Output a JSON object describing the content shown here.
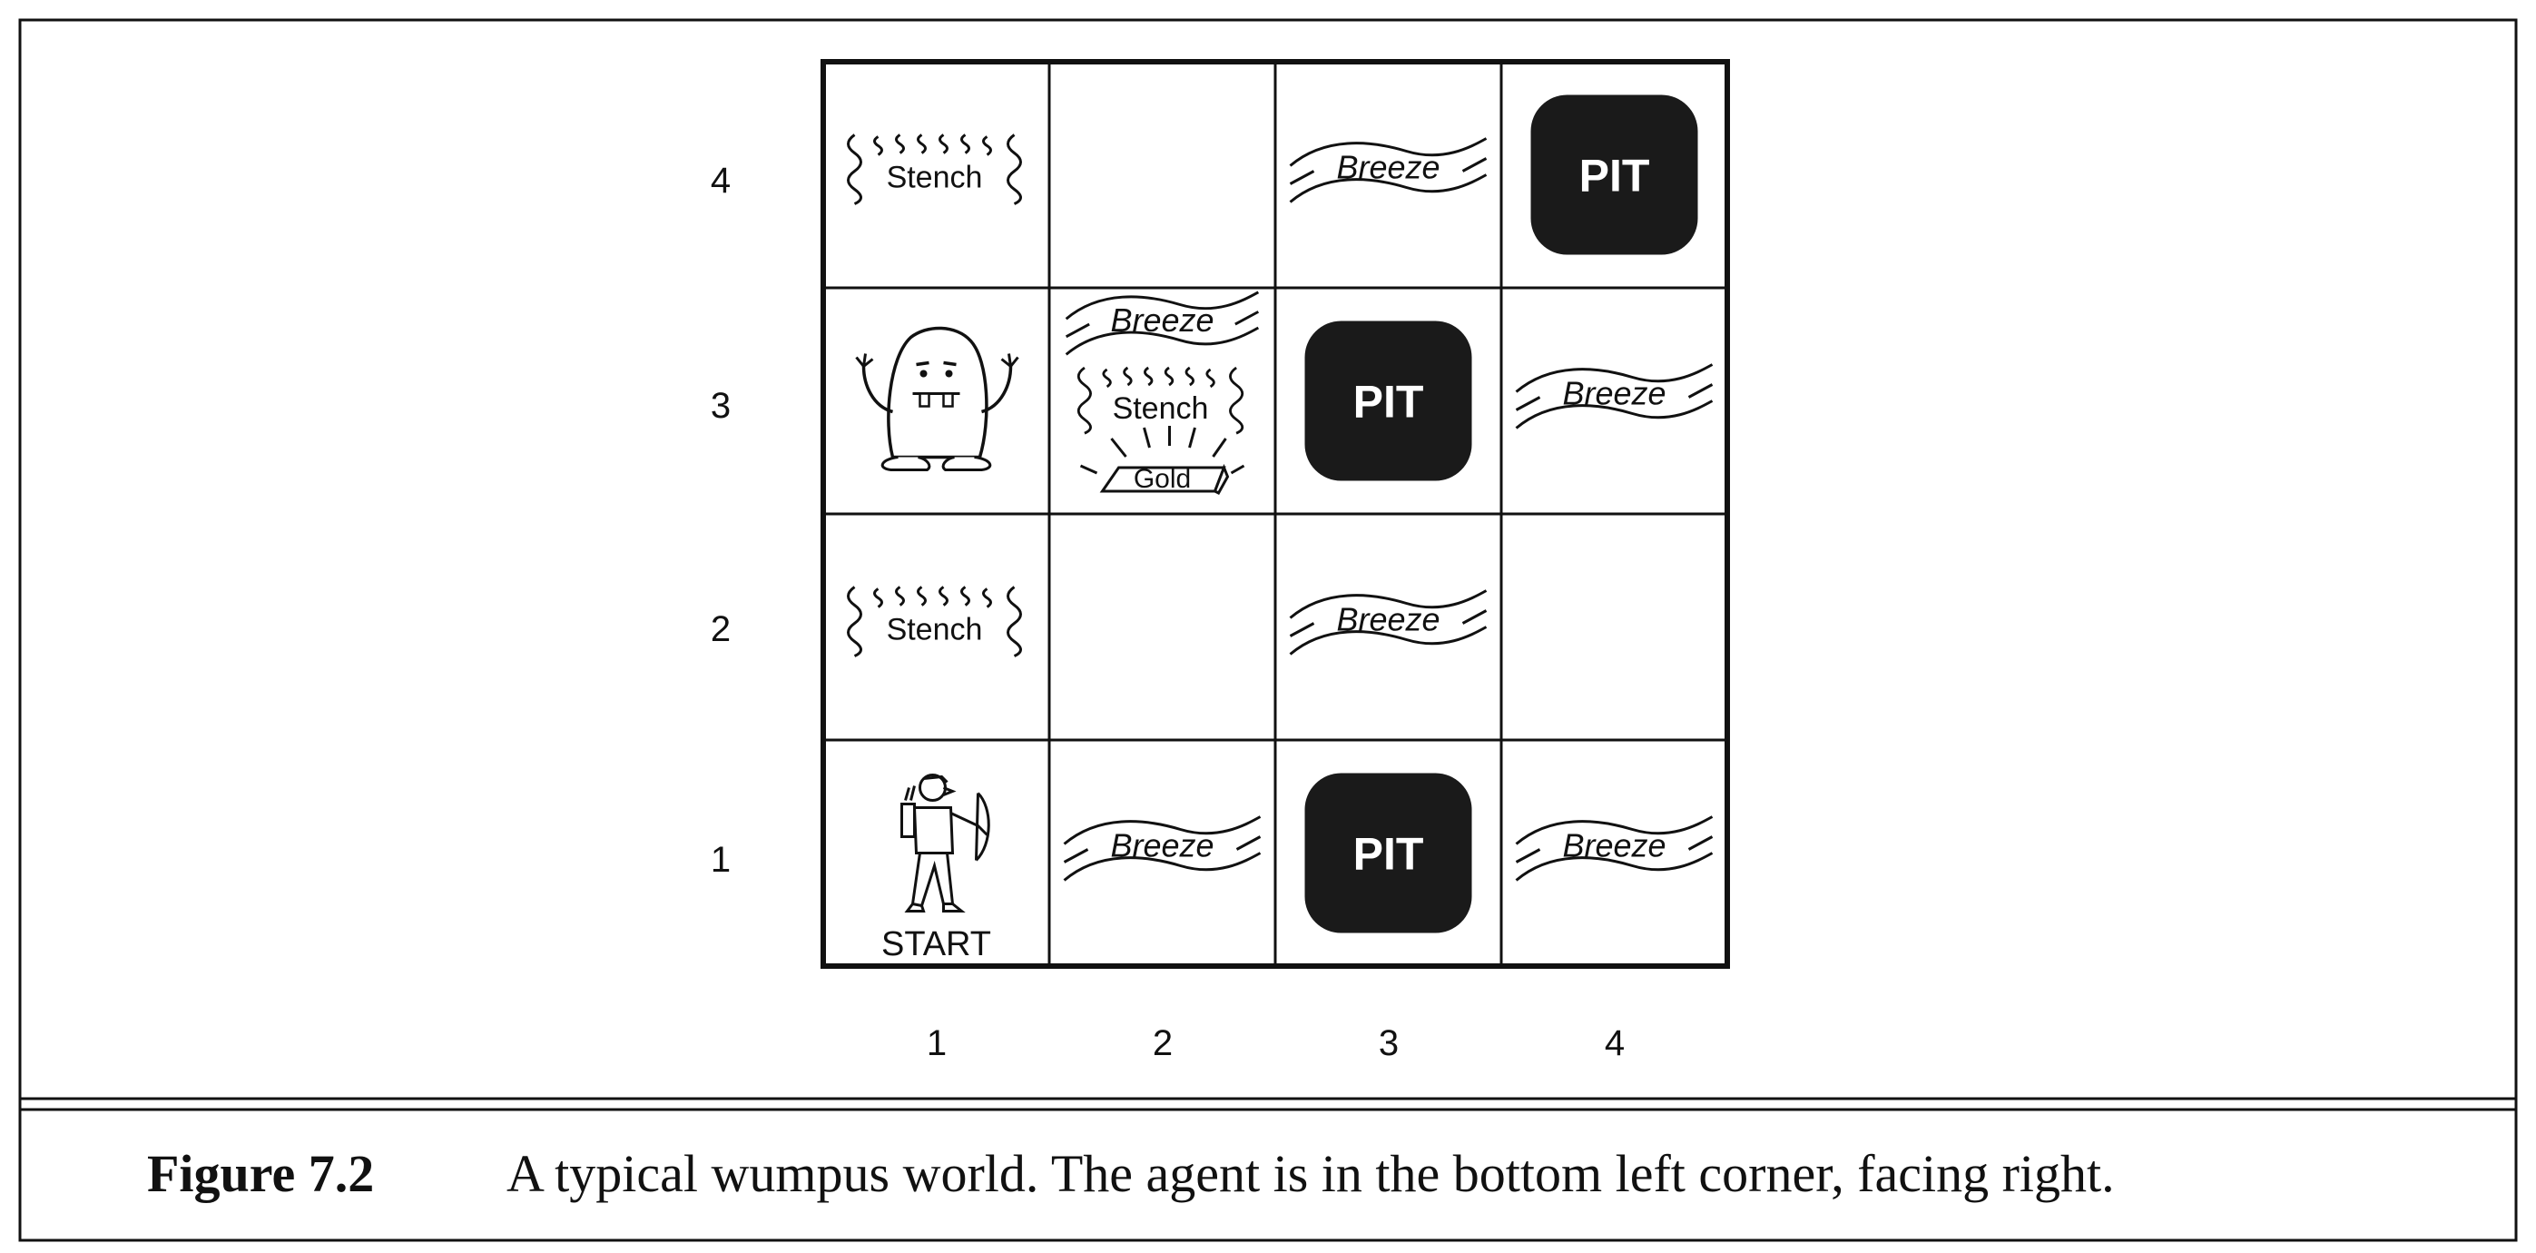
{
  "row_labels": [
    "4",
    "3",
    "2",
    "1"
  ],
  "col_labels": [
    "1",
    "2",
    "3",
    "4"
  ],
  "cell_text": {
    "stench": "Stench",
    "breeze": "Breeze",
    "pit": "PIT",
    "gold": "Gold",
    "start": "START"
  },
  "grid": {
    "rows": 4,
    "cols": 4,
    "cells": [
      {
        "col": 1,
        "row": 4,
        "contents": [
          "stench"
        ]
      },
      {
        "col": 2,
        "row": 4,
        "contents": []
      },
      {
        "col": 3,
        "row": 4,
        "contents": [
          "breeze"
        ]
      },
      {
        "col": 4,
        "row": 4,
        "contents": [
          "pit"
        ]
      },
      {
        "col": 1,
        "row": 3,
        "contents": [
          "wumpus"
        ]
      },
      {
        "col": 2,
        "row": 3,
        "contents": [
          "breeze",
          "stench",
          "gold"
        ]
      },
      {
        "col": 3,
        "row": 3,
        "contents": [
          "pit"
        ]
      },
      {
        "col": 4,
        "row": 3,
        "contents": [
          "breeze"
        ]
      },
      {
        "col": 1,
        "row": 2,
        "contents": [
          "stench"
        ]
      },
      {
        "col": 2,
        "row": 2,
        "contents": []
      },
      {
        "col": 3,
        "row": 2,
        "contents": [
          "breeze"
        ]
      },
      {
        "col": 4,
        "row": 2,
        "contents": []
      },
      {
        "col": 1,
        "row": 1,
        "contents": [
          "agent",
          "start"
        ]
      },
      {
        "col": 2,
        "row": 1,
        "contents": [
          "breeze"
        ]
      },
      {
        "col": 3,
        "row": 1,
        "contents": [
          "pit"
        ]
      },
      {
        "col": 4,
        "row": 1,
        "contents": [
          "breeze"
        ]
      }
    ]
  },
  "caption": {
    "label": "Figure 7.2",
    "text": "A typical wumpus world. The agent is in the bottom left corner, facing right."
  },
  "icons": {
    "stench": "stench-wavy-lines-icon",
    "breeze": "breeze-wind-lines-icon",
    "pit": "pit-black-rounded-square",
    "gold": "gold-bar-icon",
    "wumpus": "wumpus-monster-icon",
    "agent": "agent-archer-icon"
  },
  "colors": {
    "ink": "#111111",
    "pit_fill": "#1a1a1a",
    "pit_text": "#ffffff",
    "background": "#ffffff"
  }
}
